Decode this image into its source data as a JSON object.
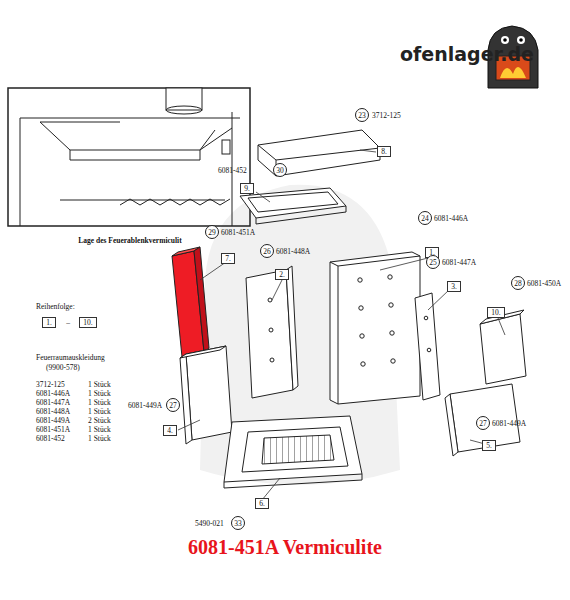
{
  "diagram": {
    "title": "6081-451A Vermiculite",
    "nodes": [
      {
        "text": [
          "23"
        ]
      },
      {
        "text": [
          "8."
        ]
      },
      {
        "text": [
          "30"
        ]
      },
      {
        "text": [
          "9."
        ]
      },
      {
        "text": [
          "29"
        ]
      },
      {
        "text": [
          "7."
        ]
      },
      {
        "text": [
          "24"
        ]
      },
      {
        "text": [
          "26"
        ]
      },
      {
        "text": [
          "1."
        ]
      },
      {
        "text": [
          "2."
        ]
      },
      {
        "text": [
          "25"
        ]
      },
      {
        "text": [
          "3."
        ]
      },
      {
        "text": [
          "28"
        ]
      },
      {
        "text": [
          "10."
        ]
      },
      {
        "text": [
          "1."
        ]
      },
      {
        "text": [
          "10."
        ]
      },
      {
        "text": [
          "27"
        ]
      },
      {
        "text": [
          "4."
        ]
      },
      {
        "text": [
          "27"
        ]
      },
      {
        "text": [
          "5."
        ]
      },
      {
        "text": [
          "33"
        ]
      },
      {
        "text": [
          "6."
        ]
      }
    ],
    "labels": [
      "ofenlager.de",
      "Lage des Feuerablenkvermiculit",
      "3712-125",
      "6081-452",
      "6081-451A",
      "6081-448A",
      "6081-446A",
      "6081-447A",
      "6081-450A",
      "6081-449A",
      "6081-449A",
      "5490-021",
      "Reihenfolge:",
      "–",
      "Feuerraumauskleidung",
      "(9900-578)",
      "3712-125",
      "1 Stück",
      "6081-446A",
      "1 Stück",
      "6081-447A",
      "1 Stück",
      "6081-448A",
      "1 Stück",
      "6081-449A",
      "2 Stück",
      "6081-451A",
      "1 Stück",
      "6081-452",
      "1 Stück"
    ]
  }
}
